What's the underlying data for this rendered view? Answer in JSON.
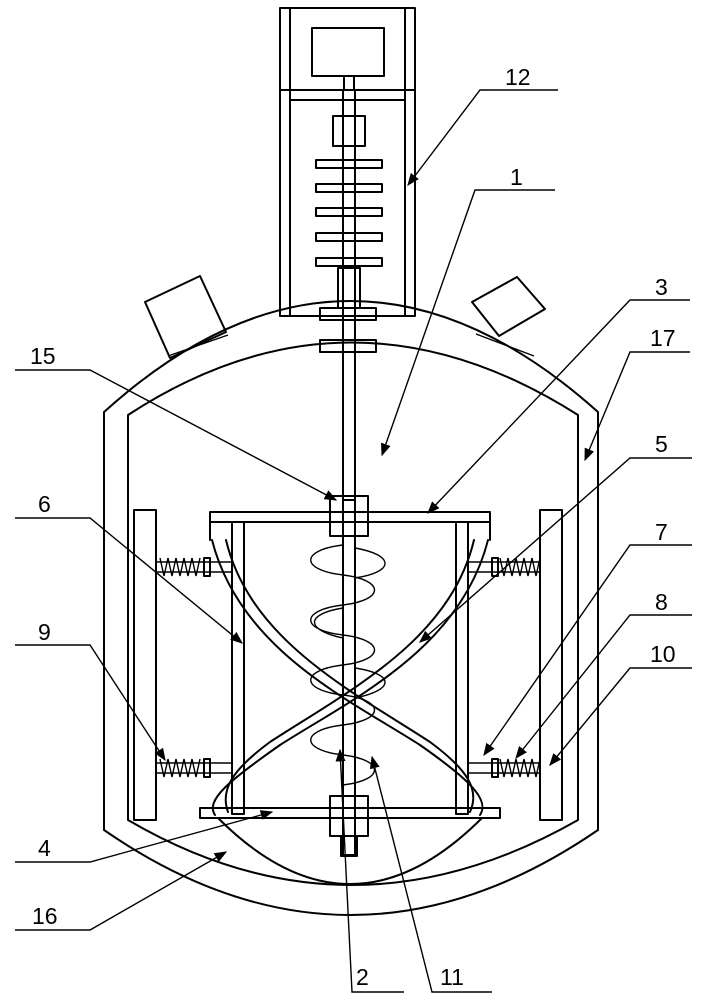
{
  "figure_type": "patent line drawing",
  "callouts": [
    {
      "id": "c1",
      "text": "1"
    },
    {
      "id": "c2",
      "text": "2"
    },
    {
      "id": "c3",
      "text": "3"
    },
    {
      "id": "c4",
      "text": "4"
    },
    {
      "id": "c5",
      "text": "5"
    },
    {
      "id": "c6",
      "text": "6"
    },
    {
      "id": "c7",
      "text": "7"
    },
    {
      "id": "c8",
      "text": "8"
    },
    {
      "id": "c9",
      "text": "9"
    },
    {
      "id": "c10",
      "text": "10"
    },
    {
      "id": "c11",
      "text": "11"
    },
    {
      "id": "c12",
      "text": "12"
    },
    {
      "id": "c15",
      "text": "15"
    },
    {
      "id": "c16",
      "text": "16"
    },
    {
      "id": "c17",
      "text": "17"
    }
  ]
}
